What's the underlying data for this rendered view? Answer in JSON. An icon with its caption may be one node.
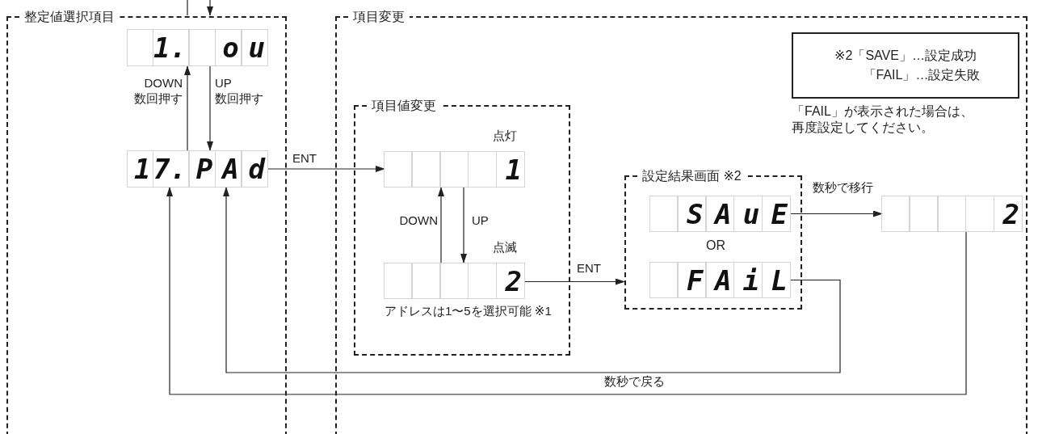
{
  "diagram": {
    "nodes": [
      {
        "text": [
          "整定値選択項目"
        ]
      },
      {
        "text": [
          "1.",
          "o",
          "u"
        ],
        "in": 0
      },
      {
        "text": [
          "1",
          "7.",
          "P",
          "A",
          "d"
        ],
        "in": 0
      },
      {
        "text": [
          "項目変更"
        ]
      },
      {
        "text": [
          "項目値変更"
        ],
        "in": 3
      },
      {
        "text": [
          "1"
        ],
        "in": 4,
        "beside": [
          "点灯"
        ]
      },
      {
        "text": [
          "2"
        ],
        "in": 4,
        "beside": [
          "点滅",
          "アドレスは1〜5を選択可能 ※1"
        ]
      },
      {
        "text": [
          "設定結果画面 ※2"
        ],
        "in": 3
      },
      {
        "text": [
          "S",
          "A",
          "u",
          "E"
        ],
        "in": 7
      },
      {
        "text": [
          "F",
          "A",
          "i",
          "L"
        ],
        "in": 7
      },
      {
        "text": [
          "2"
        ],
        "in": 3
      },
      {
        "text": [
          "※2「SAVE」…設定成功",
          "「FAIL」…設定失敗"
        ],
        "in": 3
      }
    ],
    "edges": [
      {
        "from": 2,
        "to": 1,
        "arrow": "to",
        "label": "DOWN 数回押す"
      },
      {
        "from": 1,
        "to": 2,
        "arrow": "to",
        "label": "UP 数回押す"
      },
      {
        "from": 2,
        "to": 5,
        "arrow": "to",
        "label": "ENT"
      },
      {
        "from": 5,
        "to": 6,
        "arrow": "to",
        "label": "UP"
      },
      {
        "from": 6,
        "to": 5,
        "arrow": "to",
        "label": "DOWN"
      },
      {
        "from": 6,
        "to": 7,
        "arrow": "to",
        "label": "ENT"
      },
      {
        "from": 8,
        "to": 10,
        "arrow": "to",
        "label": "数秒で移行"
      },
      {
        "from": 9,
        "to": 2,
        "arrow": "to"
      },
      {
        "from": 10,
        "to": 2,
        "arrow": "to",
        "label": "数秒で戻る"
      },
      {
        "from": 0,
        "to": null,
        "arrow": "none"
      },
      {
        "from": null,
        "to": 0,
        "arrow": "to"
      }
    ],
    "labels": [
      "OR",
      "「FAIL」が表示された場合は、再度設定してください。"
    ]
  }
}
